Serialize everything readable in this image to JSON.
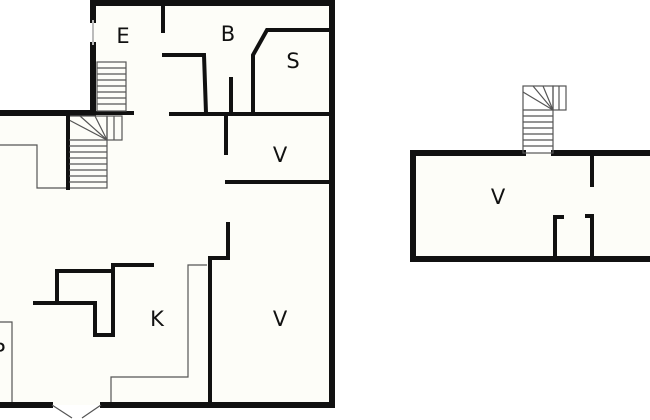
{
  "plans": [
    {
      "rooms": [
        {
          "label": "E"
        },
        {
          "label": "B"
        },
        {
          "label": "S"
        },
        {
          "label": "V"
        },
        {
          "label": "K"
        },
        {
          "label": "V"
        },
        {
          "label": "P"
        }
      ]
    },
    {
      "rooms": [
        {
          "label": "V"
        }
      ]
    }
  ],
  "colors": {
    "wall": "#111111",
    "floor": "#fdfdf8"
  }
}
